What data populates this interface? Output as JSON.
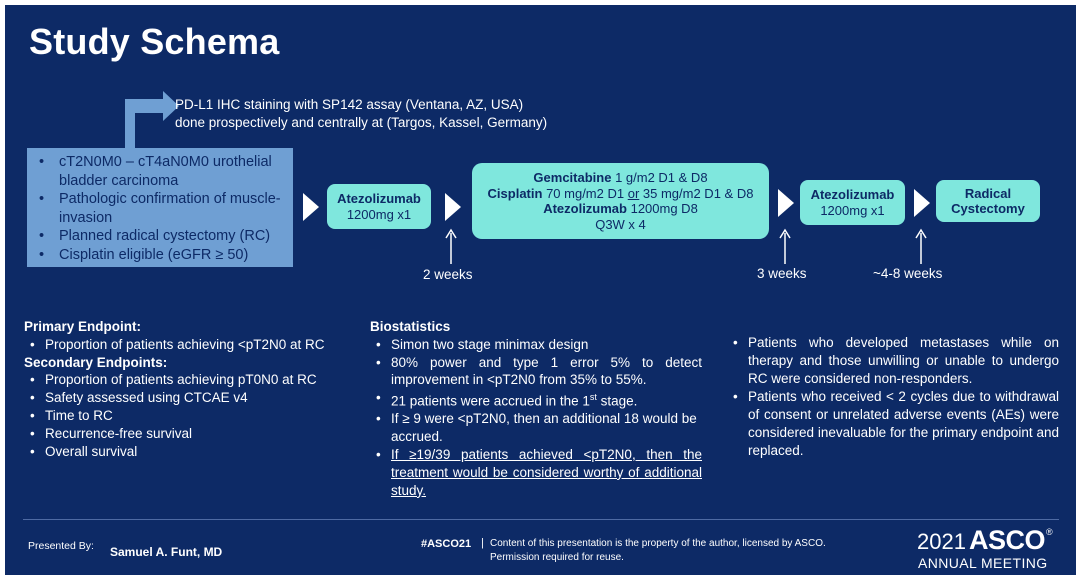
{
  "slide": {
    "title": "Study Schema",
    "colors": {
      "background": "#0d2a66",
      "eligibility_box": "#7fb0e0",
      "treatment_box": "#7fe7dd",
      "arrow": "#6f9fd3"
    }
  },
  "ihc_note": {
    "line1": "PD-L1 IHC staining with SP142 assay (Ventana, AZ, USA)",
    "line2": "done prospectively and  centrally at (Targos, Kassel, Germany)"
  },
  "eligibility": [
    "cT2N0M0 – cT4aN0M0 urothelial bladder carcinoma",
    "Pathologic confirmation of muscle-invasion",
    "Planned radical cystectomy (RC)",
    "Cisplatin eligible (eGFR ≥ 50)"
  ],
  "flow": {
    "atezo1": {
      "drug": "Atezolizumab",
      "dose": "1200mg  x1"
    },
    "combo": {
      "gem_drug": "Gemcitabine",
      "gem_dose": " 1 g/m2 D1 & D8",
      "cis_drug": "Cisplatin",
      "cis_dose_a": " 70 mg/m2 D1 ",
      "cis_or": "or",
      "cis_dose_b": " 35 mg/m2 D1 & D8",
      "atezo_drug": "Atezolizumab",
      "atezo_dose": " 1200mg D8",
      "schedule": "Q3W x 4"
    },
    "atezo2": {
      "drug": "Atezolizumab",
      "dose": "1200mg  x1"
    },
    "surgery": {
      "line1": "Radical",
      "line2": "Cystectomy"
    }
  },
  "timing": {
    "t1": "2 weeks",
    "t2": "3 weeks",
    "t3": "~4-8 weeks"
  },
  "endpoints": {
    "primary_heading": "Primary Endpoint:",
    "primary": [
      "Proportion of patients achieving <pT2N0 at RC"
    ],
    "secondary_heading": "Secondary Endpoints:",
    "secondary": [
      "Proportion of patients achieving pT0N0 at RC",
      "Safety assessed using CTCAE v4",
      "Time to RC",
      "Recurrence-free survival",
      "Overall survival"
    ]
  },
  "biostatistics": {
    "heading": "Biostatistics",
    "item1": "Simon two stage minimax design",
    "item2": "80% power and type 1 error 5% to detect improvement in <pT2N0 from 35% to 55%.",
    "item3_pre": "21 patients were accrued in the 1",
    "item3_sup": "st",
    "item3_post": " stage.",
    "item4": "If ≥ 9 were <pT2N0, then an additional 18 would be accrued.",
    "item5": "If ≥19/39 patients achieved <pT2N0, then the treatment would be considered worthy of additional study."
  },
  "notes": [
    "Patients who developed metastases while on therapy and those unwilling or unable to undergo RC were considered non-responders.",
    "Patients who received < 2 cycles due to withdrawal of consent or unrelated adverse events (AEs) were considered inevaluable for the primary endpoint and replaced."
  ],
  "footer": {
    "presented_by": "Presented By:",
    "presenter": "Samuel A. Funt, MD",
    "hashtag": "#ASCO21",
    "separator": "|",
    "disclaimer1": "Content of this presentation is the property of the author, licensed by ASCO.",
    "disclaimer2": "Permission required for reuse.",
    "year": "2021",
    "brand": "ASCO",
    "meeting": "ANNUAL MEETING"
  }
}
